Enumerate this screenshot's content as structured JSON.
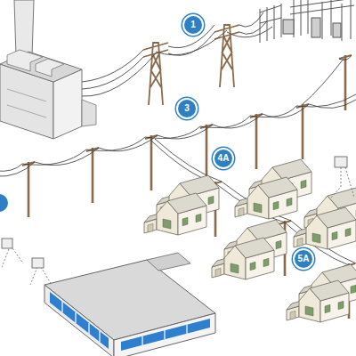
{
  "diagram": {
    "nodes": [
      {
        "text": [
          "1"
        ]
      },
      {
        "text": [
          "3"
        ]
      },
      {
        "text": [
          "4A"
        ]
      },
      {
        "text": [
          "5A"
        ]
      }
    ]
  }
}
